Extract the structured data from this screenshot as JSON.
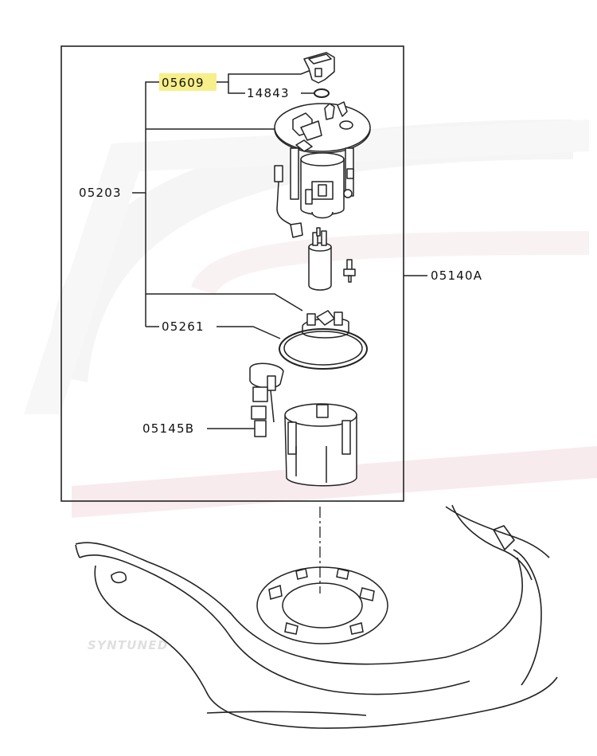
{
  "diagram": {
    "part_labels": {
      "highlighted": "05609",
      "seal": "14843",
      "pump_module": "05203",
      "gasket": "05261",
      "tank_assembly": "05140A",
      "sender_unit": "05145B"
    },
    "highlight_color": "#f7ef8a",
    "watermark": "SYNTUNED"
  }
}
